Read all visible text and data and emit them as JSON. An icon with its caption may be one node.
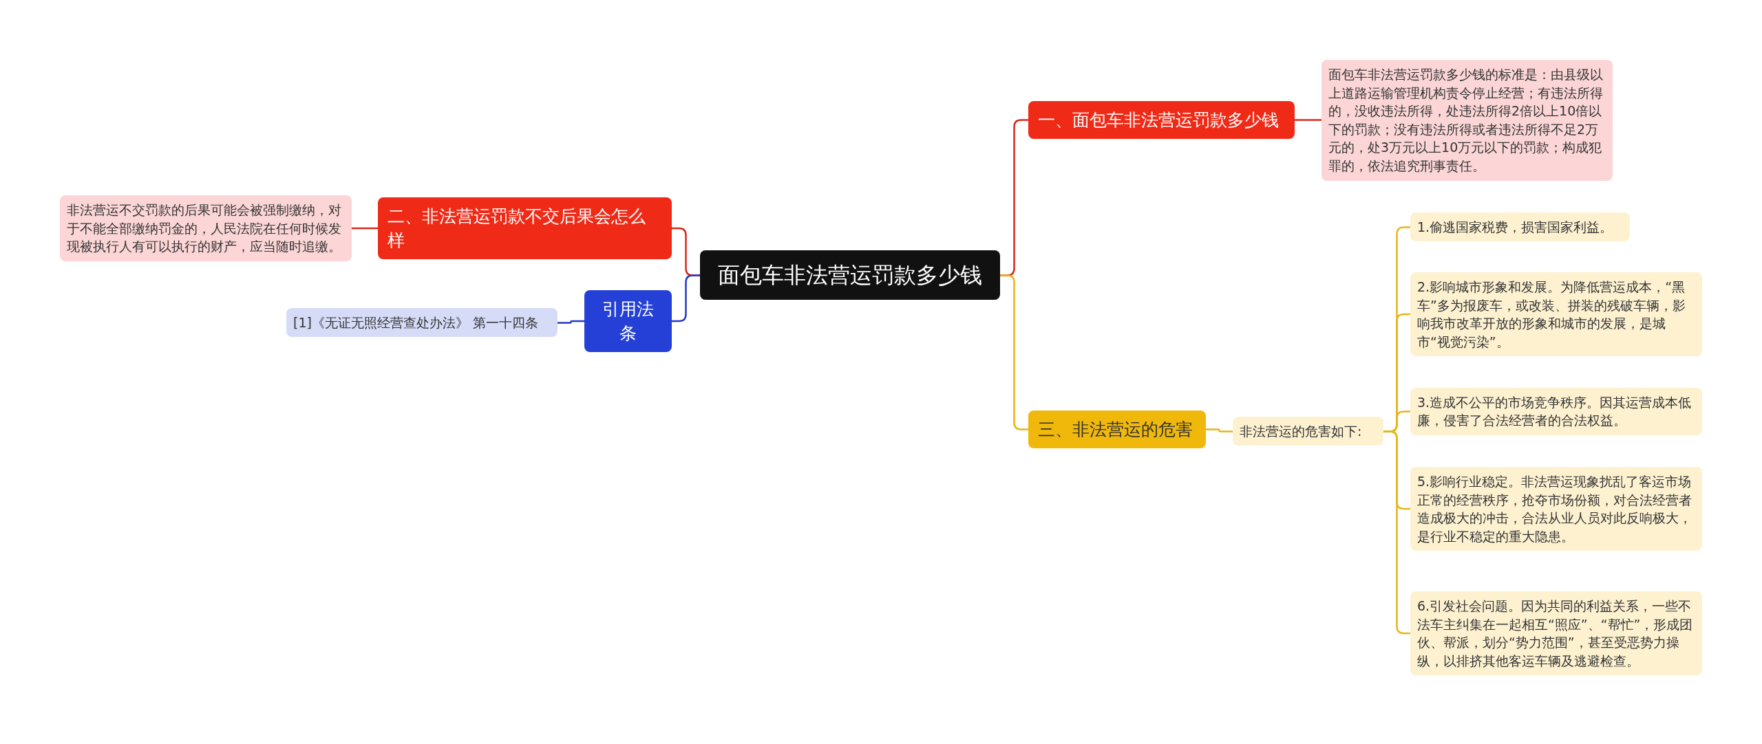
{
  "diagram": {
    "nodes": [
      {
        "text": [
          "面包车非法营运罚款多少钱"
        ]
      },
      {
        "text": [
          "一、面包车非法营运罚款多少钱"
        ]
      },
      {
        "text": [
          "面包车非法营运罚款多少钱的标准是：由县级以上道路运输管理机构责令停止经营；有违法所得的，没收违法所得，处违法所得2倍以上10倍以下的罚款；没有违法所得或者违法所得不足2万元的，处3万元以上10万元以下的罚款；构成犯罪的，依法追究刑事责任。"
        ]
      },
      {
        "text": [
          "二、非法营运罚款不交后果会怎么样"
        ]
      },
      {
        "text": [
          "非法营运不交罚款的后果可能会被强制缴纳，对于不能全部缴纳罚金的，人民法院在任何时候发现被执行人有可以执行的财产，应当随时追缴。"
        ]
      },
      {
        "text": [
          "引用法条"
        ]
      },
      {
        "text": [
          "[1]《无证无照经营查处办法》 第一十四条"
        ]
      },
      {
        "text": [
          "三、非法营运的危害"
        ]
      },
      {
        "text": [
          "非法营运的危害如下:"
        ]
      },
      {
        "text": [
          "1.偷逃国家税费，损害国家利益。"
        ]
      },
      {
        "text": [
          "2.影响城市形象和发展。为降低营运成本，“黑车”多为报废车，或改装、拼装的残破车辆，影响我市改革开放的形象和城市的发展，是城市“视觉污染”。"
        ]
      },
      {
        "text": [
          "3.造成不公平的市场竞争秩序。因其运营成本低廉，侵害了合法经营者的合法权益。"
        ]
      },
      {
        "text": [
          "5.影响行业稳定。非法营运现象扰乱了客运市场正常的经营秩序，抢夺市场份额，对合法经营者造成极大的冲击，合法从业人员对此反响极大，是行业不稳定的重大隐患。"
        ]
      },
      {
        "text": [
          "6.引发社会问题。因为共同的利益关系，一些不法车主纠集在一起相互“照应”、“帮忙”，形成团伙、帮派，划分“势力范围”，甚至受恶势力操纵，以排挤其他客运车辆及逃避检查。"
        ]
      }
    ],
    "edges": [
      {
        "from": 0,
        "to": 1,
        "arrow": "none",
        "color": "#d9281a"
      },
      {
        "from": 1,
        "to": 2,
        "arrow": "none",
        "color": "#d9281a"
      },
      {
        "from": 0,
        "to": 3,
        "arrow": "none",
        "color": "#d9281a"
      },
      {
        "from": 3,
        "to": 4,
        "arrow": "none",
        "color": "#d9281a"
      },
      {
        "from": 0,
        "to": 5,
        "arrow": "none",
        "color": "#2339c9"
      },
      {
        "from": 5,
        "to": 6,
        "arrow": "none",
        "color": "#2339c9"
      },
      {
        "from": 0,
        "to": 7,
        "arrow": "none"
      },
      {
        "from": 7,
        "to": 8,
        "arrow": "none"
      },
      {
        "from": 8,
        "to": 9,
        "arrow": "none"
      },
      {
        "from": 8,
        "to": 10,
        "arrow": "none"
      },
      {
        "from": 8,
        "to": 11,
        "arrow": "none"
      },
      {
        "from": 8,
        "to": 12,
        "arrow": "none"
      },
      {
        "from": 8,
        "to": 13,
        "arrow": "none"
      }
    ]
  }
}
